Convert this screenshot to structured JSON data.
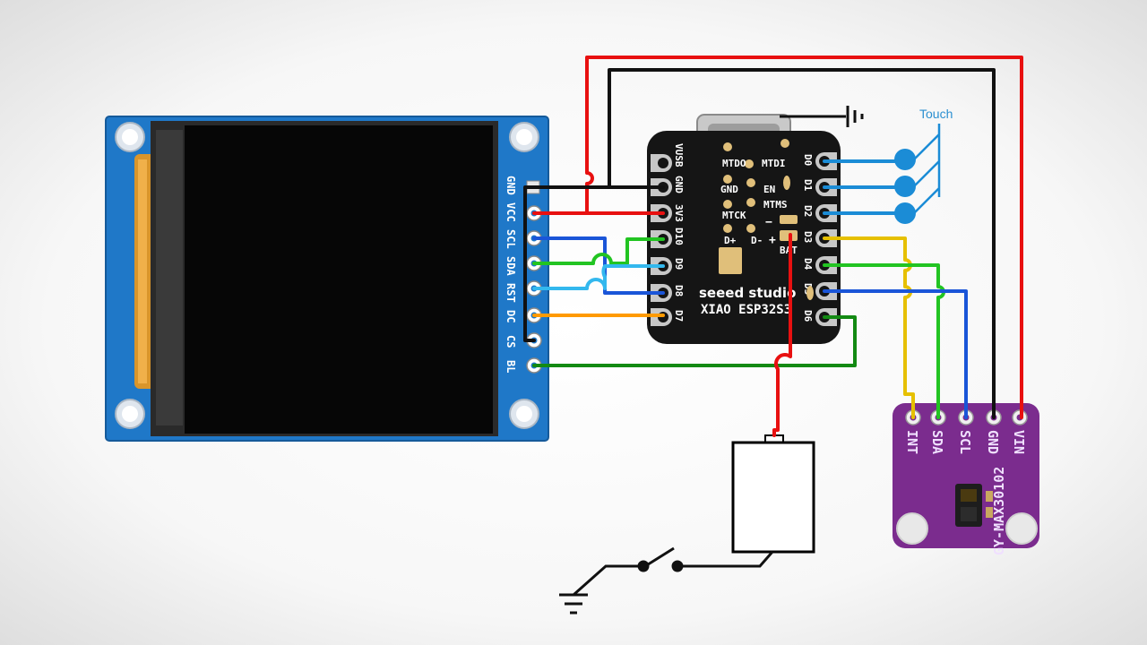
{
  "tft_display": {
    "pins": [
      "GND",
      "VCC",
      "SCL",
      "SDA",
      "RST",
      "DC",
      "CS",
      "BL"
    ]
  },
  "xiao_board": {
    "brand": "seeed studio",
    "model": "XIAO ESP32S3",
    "left_pins": [
      "VUSB",
      "GND",
      "3V3",
      "D10",
      "D9",
      "D8",
      "D7"
    ],
    "right_pins": [
      "D0",
      "D1",
      "D2",
      "D3",
      "D4",
      "D5",
      "D6"
    ],
    "pad_labels": [
      "MTDO",
      "MTDI",
      "GND",
      "EN",
      "MTMS",
      "MTCK",
      "D+",
      "D-",
      "+",
      "−",
      "BAT"
    ]
  },
  "sensor": {
    "model": "GY-MAX30102",
    "pins": [
      "INT",
      "SDA",
      "SCL",
      "GND",
      "VIN"
    ]
  },
  "touch": {
    "label": "Touch"
  },
  "colors": {
    "vcc": "#e81010",
    "gnd": "#111111",
    "scl": "#1a55d8",
    "sda": "#22c422",
    "rst": "#33b8ee",
    "dc": "#ff9a00",
    "bl": "#138a13",
    "int": "#e6c000",
    "touch": "#1b8cd6",
    "tft_pcb": "#1f78c8",
    "xiao_pcb": "#151515",
    "sensor_pcb": "#7b2c8e"
  }
}
